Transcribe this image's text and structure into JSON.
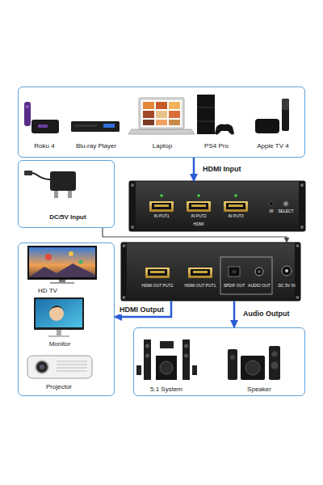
{
  "diagram": {
    "nodes": [
      {
        "text": [
          "Roku 4",
          "Blu-ray Player",
          "Laptop",
          "PS4 Pro",
          "Apple TV 4"
        ]
      },
      {
        "text": [
          "DC/5V Input"
        ]
      },
      {
        "text": [
          "IN PUT1",
          "IN PUT2",
          "IN PUT3",
          "HDMI",
          "IR",
          "SELECT"
        ]
      },
      {
        "text": [
          "HDMI OUT PUT2",
          "HDMI OUT PUT1",
          "SPDIF OUT",
          "AUDIO OUT",
          "DC 5V IN"
        ]
      },
      {
        "text": [
          "HD TV",
          "Monitor",
          "Projector"
        ]
      },
      {
        "text": [
          "5.1 System",
          "Speaker"
        ]
      }
    ],
    "edges": [
      {
        "from": 0,
        "to": 2,
        "arrow": "to",
        "label": "HDMI Input"
      },
      {
        "from": 1,
        "to": 3,
        "arrow": "to"
      },
      {
        "from": 3,
        "to": 4,
        "arrow": "to",
        "label": "HDMI Output"
      },
      {
        "from": 3,
        "to": 5,
        "arrow": "to",
        "label": "Audio Output"
      }
    ]
  }
}
